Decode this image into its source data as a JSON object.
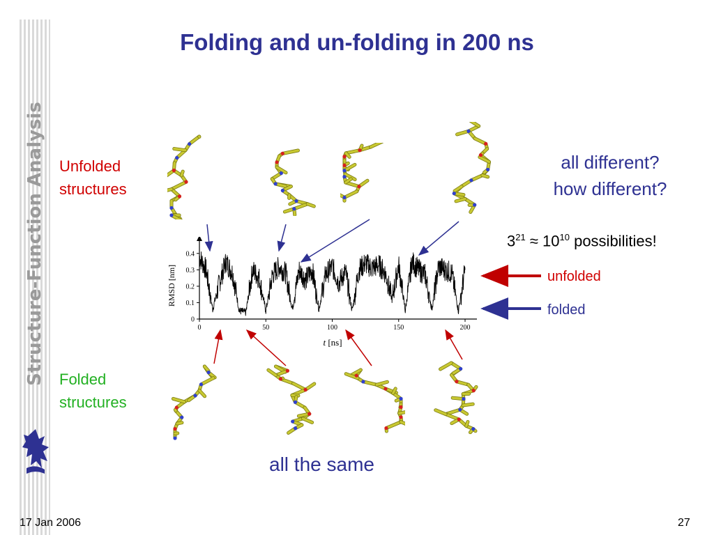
{
  "slide": {
    "title": "Folding and un-folding in 200 ns",
    "side_title": "Structure-Function Analysis",
    "date": "17 Jan 2006",
    "page": "27"
  },
  "labels": {
    "unfolded_line1": "Unfolded",
    "unfolded_line2": "structures",
    "folded_line1": "Folded",
    "folded_line2": "structures",
    "question_line1": "all different?",
    "question_line2": "how different?",
    "poss_base": "3",
    "poss_exp1": "21",
    "poss_approx": " ≈ 10",
    "poss_exp2": "10",
    "poss_tail": " possibilities!",
    "legend_unfolded": "unfolded",
    "legend_folded": "folded",
    "all_same": "all the same"
  },
  "colors": {
    "title": "#2e3192",
    "unfolded": "#d00000",
    "folded_text": "#22b022",
    "arrow_blue": "#2e3192",
    "arrow_red": "#c00000",
    "molecule": "#c8c832"
  },
  "icons": [
    "university-logo-icon",
    "molecule-structure-icon"
  ],
  "chart_data": {
    "type": "line",
    "xlabel_italic": "t",
    "xlabel_rest": " [ns]",
    "ylabel": "RMSD [nm]",
    "xlim": [
      0,
      200
    ],
    "ylim": [
      0,
      0.45
    ],
    "x_ticks": [
      "0",
      "50",
      "100",
      "150",
      "200"
    ],
    "y_ticks": [
      "0",
      "0.1",
      "0.2",
      "0.3",
      "0.4"
    ],
    "series": [
      {
        "x": [
          0,
          5,
          10,
          15,
          20,
          25,
          30,
          35,
          40,
          45,
          50,
          55,
          60,
          65,
          70,
          75,
          80,
          85,
          90,
          95,
          100,
          105,
          110,
          115,
          120,
          125,
          130,
          135,
          140,
          145,
          150,
          155,
          160,
          165,
          170,
          175,
          180,
          185,
          190,
          195,
          200
        ],
        "y": [
          0.38,
          0.3,
          0.06,
          0.22,
          0.35,
          0.28,
          0.05,
          0.04,
          0.3,
          0.25,
          0.05,
          0.27,
          0.32,
          0.28,
          0.06,
          0.3,
          0.24,
          0.3,
          0.06,
          0.27,
          0.32,
          0.22,
          0.29,
          0.05,
          0.3,
          0.34,
          0.31,
          0.33,
          0.28,
          0.12,
          0.33,
          0.05,
          0.35,
          0.3,
          0.27,
          0.06,
          0.32,
          0.3,
          0.28,
          0.05,
          0.3
        ]
      }
    ]
  }
}
